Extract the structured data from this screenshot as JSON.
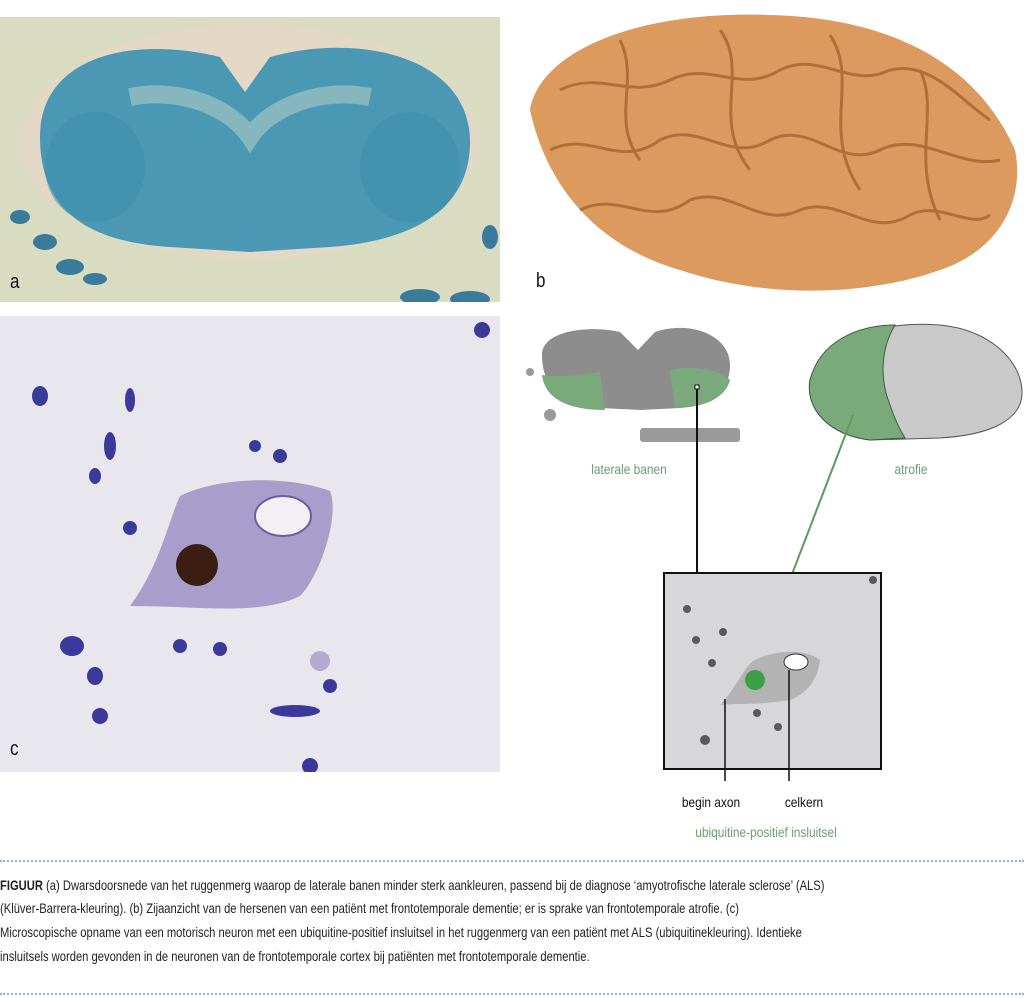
{
  "panels": {
    "a": {
      "label": "a"
    },
    "b": {
      "label": "b"
    },
    "c": {
      "label": "c"
    }
  },
  "schematic": {
    "spinal_label": "laterale banen",
    "brain_label": "atrofie",
    "axon_label": "begin axon",
    "nucleus_label": "celkern",
    "inclusion_label": "ubiquitine-positief insluitsel",
    "accent_color": "#6a9f6c"
  },
  "caption": {
    "prefix": "FIGUUR",
    "lines": [
      "(a) Dwarsdoorsnede van het ruggenmerg waarop de laterale banen minder sterk aankleuren, passend bij de diagnose ‘amyotrofische laterale sclerose’ (ALS)",
      "(Klüver-Barrera-kleuring). (b) Zijaanzicht van de hersenen van een patiënt met frontotemporale dementie; er is sprake van frontotemporale atrofie. (c)",
      "Microscopische opname van een motorisch neuron met een ubiquitine-positief insluitsel in het ruggenmerg van een patiënt met ALS (ubiquitinekleuring). Identieke",
      "insluitsels worden gevonden in de neuronen van de frontotemporale cortex bij patiënten met frontotemporale dementie."
    ]
  }
}
